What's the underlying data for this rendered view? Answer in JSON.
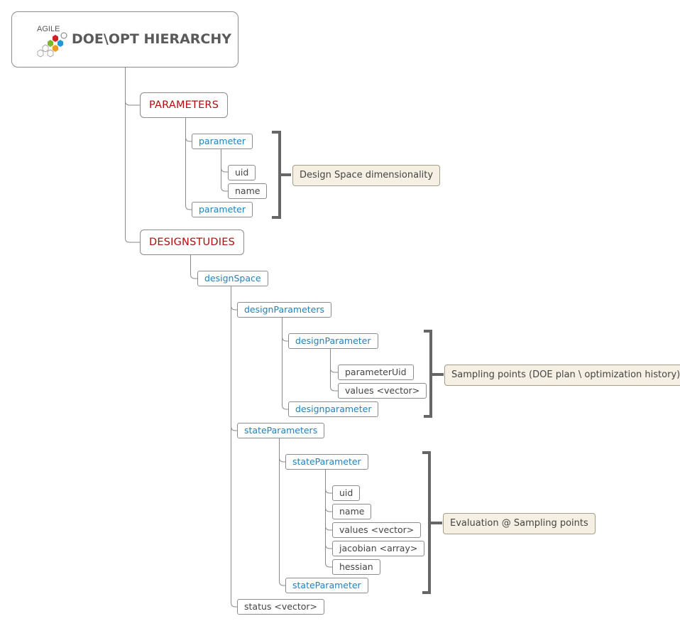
{
  "root": {
    "title": "DOE\\OPT HIERARCHY",
    "logo_text": "AGILE"
  },
  "nodes": {
    "parameters": "PARAMETERS",
    "parameter_1": "parameter",
    "uid_1": "uid",
    "name_1": "name",
    "parameter_2": "parameter",
    "designstudies": "DESIGNSTUDIES",
    "design_space": "designSpace",
    "design_parameters": "designParameters",
    "design_parameter_1": "designParameter",
    "parameter_uid": "parameterUid",
    "values_vector_1": "values <vector>",
    "design_parameter_2": "designparameter",
    "state_parameters": "stateParameters",
    "state_parameter_1": "stateParameter",
    "uid_2": "uid",
    "name_2": "name",
    "values_vector_2": "values <vector>",
    "jacobian": "jacobian <array>",
    "hessian": "hessian",
    "state_parameter_2": "stateParameter",
    "status": "status <vector>"
  },
  "notes": {
    "design_space_dimensionality": "Design Space dimensionality",
    "sampling_points": "Sampling points (DOE plan \\ optimization history)",
    "evaluation": "Evaluation @ Sampling points"
  },
  "colors": {
    "heading_red": "#b30d0d",
    "element_blue": "#1b82c3",
    "text_gray": "#444444",
    "note_fill": "#f5f0e3",
    "bracket": "#666666",
    "logo_red": "#d0202a",
    "logo_orange": "#f29a1e",
    "logo_green": "#7ab829",
    "logo_blue": "#1e9bd7"
  }
}
